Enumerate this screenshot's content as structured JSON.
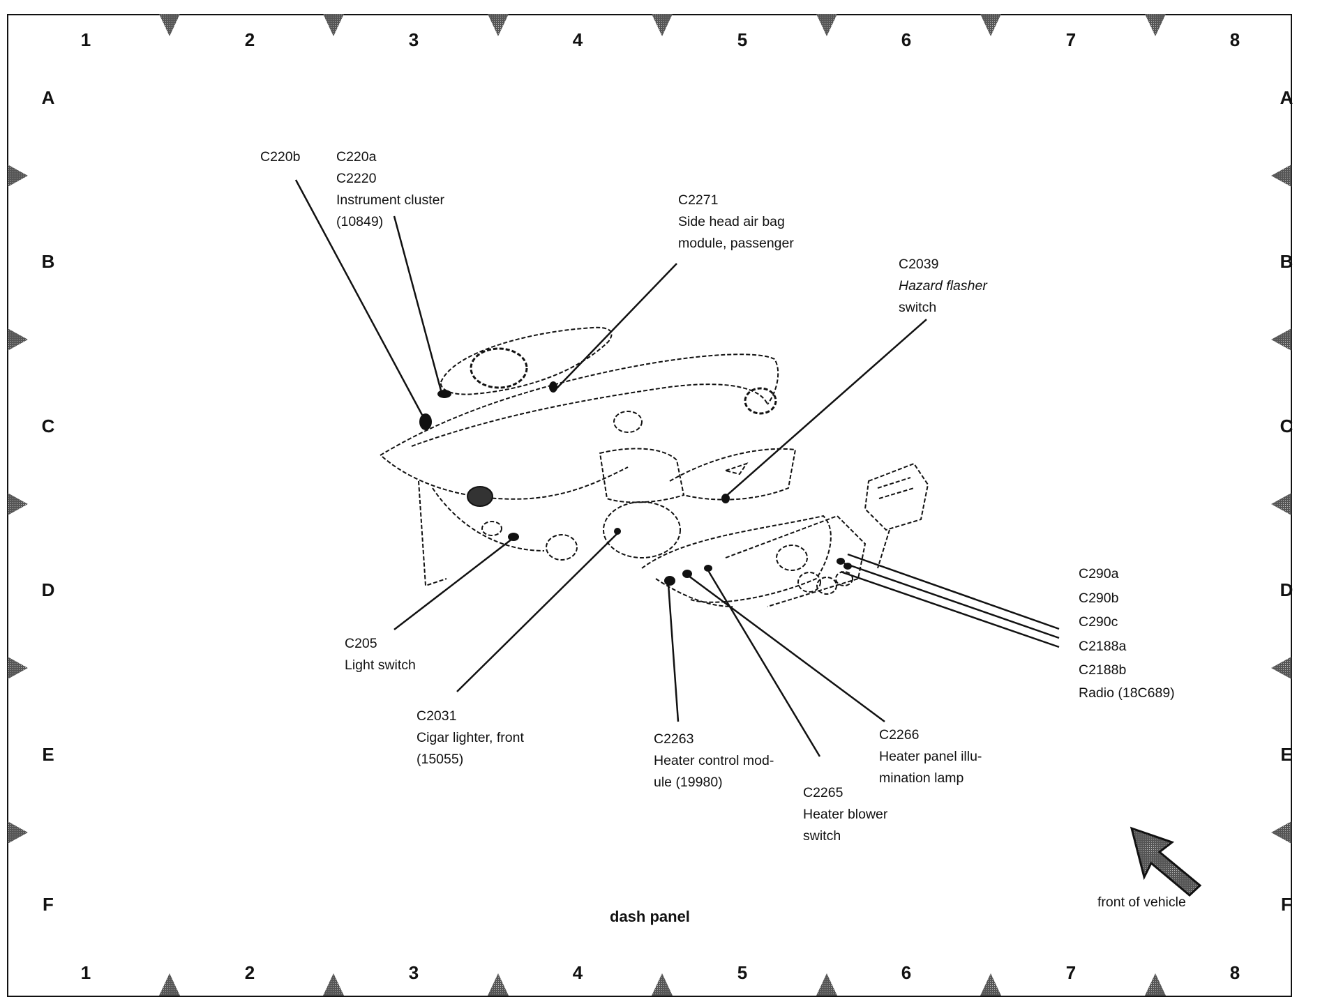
{
  "diagram": {
    "title": "dash panel",
    "grid": {
      "columns": [
        "1",
        "2",
        "3",
        "4",
        "5",
        "6",
        "7",
        "8"
      ],
      "rows": [
        "A",
        "B",
        "C",
        "D",
        "E",
        "F"
      ]
    },
    "callouts": {
      "c220b": {
        "lines": [
          "C220b"
        ]
      },
      "instrument_cluster": {
        "lines": [
          "C220a",
          "C2220",
          "Instrument cluster",
          "(10849)"
        ]
      },
      "c2271": {
        "lines": [
          "C2271",
          "Side head air bag",
          "module, passenger"
        ]
      },
      "c2039": {
        "lines": [
          "C2039",
          "Hazard flasher",
          "switch"
        ]
      },
      "radio": {
        "lines": [
          "C290a",
          "C290b",
          "C290c",
          "C2188a",
          "C2188b",
          "Radio (18C689)"
        ]
      },
      "c205": {
        "lines": [
          "C205",
          "Light switch"
        ]
      },
      "c2031": {
        "lines": [
          "C2031",
          "Cigar lighter, front",
          "(15055)"
        ]
      },
      "c2263": {
        "lines": [
          "C2263",
          "Heater control mod-",
          "ule (19980)"
        ]
      },
      "c2265": {
        "lines": [
          "C2265",
          "Heater blower",
          "switch"
        ]
      },
      "c2266": {
        "lines": [
          "C2266",
          "Heater panel illu-",
          "mination lamp"
        ]
      }
    },
    "orientation_label": "front of vehicle"
  }
}
